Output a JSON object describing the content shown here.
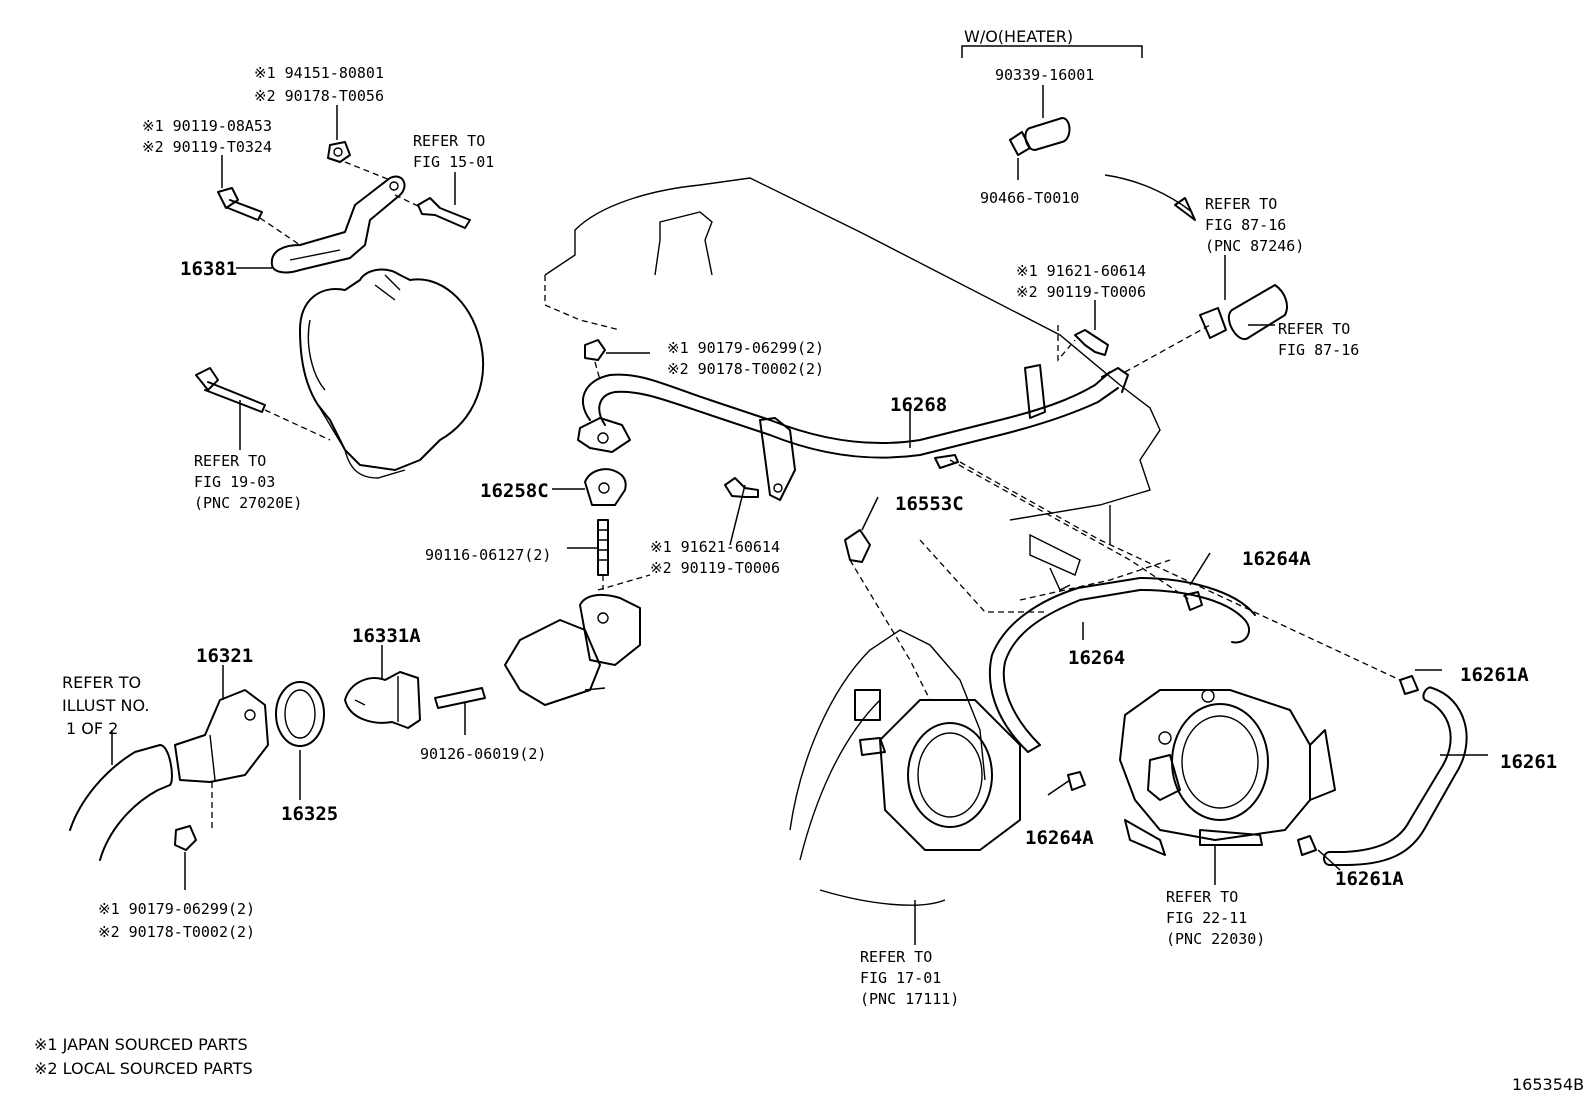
{
  "diagram_id": "165354B",
  "heater_note": "W/O(HEATER)",
  "legend": {
    "l1": "※1 JAPAN SOURCED PARTS",
    "l2": "※2 LOCAL SOURCED PARTS"
  },
  "labels": {
    "p16381": "16381",
    "p94151_1": "※1 94151-80801",
    "p94151_2": "※2 90178-T0056",
    "p90119a_1": "※1 90119-08A53",
    "p90119a_2": "※2 90119-T0324",
    "refer15_1": "REFER TO",
    "refer15_2": "FIG 15-01",
    "refer19_1": "REFER TO",
    "refer19_2": "FIG 19-03",
    "refer19_3": "(PNC 27020E)",
    "p90339": "90339-16001",
    "p90466": "90466-T0010",
    "refer87a_1": "REFER TO",
    "refer87a_2": "FIG 87-16",
    "refer87a_3": "(PNC 87246)",
    "refer87b_1": "REFER TO",
    "refer87b_2": "FIG 87-16",
    "p91621a_1": "※1 91621-60614",
    "p91621a_2": "※2 90119-T0006",
    "p90179a_1": "※1 90179-06299(2)",
    "p90179a_2": "※2 90178-T0002(2)",
    "p16268": "16268",
    "p16258c": "16258C",
    "p91621b_1": "※1 91621-60614",
    "p91621b_2": "※2 90119-T0006",
    "p90116": "90116-06127(2)",
    "p16553c": "16553C",
    "p16264a_top": "16264A",
    "p16264": "16264",
    "p16261a_top": "16261A",
    "p16261": "16261",
    "p16264a_bot": "16264A",
    "p16261a_bot": "16261A",
    "refer22_1": "REFER TO",
    "refer22_2": "FIG 22-11",
    "refer22_3": "(PNC 22030)",
    "refer17_1": "REFER TO",
    "refer17_2": "FIG 17-01",
    "refer17_3": "(PNC 17111)",
    "p16321": "16321",
    "p16331a": "16331A",
    "p16325": "16325",
    "p90126": "90126-06019(2)",
    "p90179b_1": "※1 90179-06299(2)",
    "p90179b_2": "※2 90178-T0002(2)",
    "illust_1": "REFER TO",
    "illust_2": "ILLUST NO.",
    "illust_3": "1 OF 2"
  }
}
